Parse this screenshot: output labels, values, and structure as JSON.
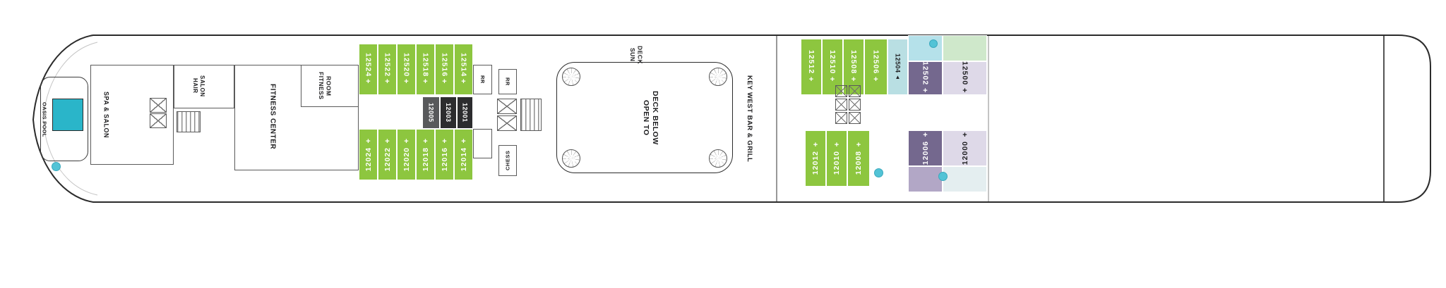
{
  "colors": {
    "cabin_green": "#8dc63f",
    "cabin_gray": "#58595b",
    "cabin_black": "#2c2c2e",
    "cabin_purple": "#74688e",
    "cabin_light_purple": "#ded9e8",
    "cabin_light_teal": "#b9dfe3",
    "balcony_blue": "#b5e1ea",
    "balcony_green": "#cfe8cb",
    "balcony_lavender": "#b2a7c6",
    "balcony_light": "#e4eef0",
    "pool_teal": "#2ab5c9",
    "hot_tub_teal": "#52c3d6",
    "outline_dark": "#2b2b2b"
  },
  "labels": {
    "oasis_pool": "OASIS POOL",
    "spa_salon": "SPA & SALON",
    "hair_salon": "HAIR\nSALON",
    "fitness_center": "FITNESS CENTER",
    "fitness_room": "FITNESS\nROOM",
    "rr_top": "RR",
    "rr_mid": "RR",
    "chess": "CHESS",
    "sun_deck": "SUN\nDECK",
    "open_to_deck_below": "OPEN TO\nDECK BELOW",
    "key_west_bar_grill": "KEY WEST BAR & GRILL"
  },
  "cabins": {
    "mid_top": [
      {
        "number": "12524",
        "badge": "+"
      },
      {
        "number": "12522",
        "badge": "+"
      },
      {
        "number": "12520",
        "badge": "+"
      },
      {
        "number": "12518",
        "badge": "+"
      },
      {
        "number": "12516",
        "badge": "+"
      },
      {
        "number": "12514",
        "badge": "+"
      }
    ],
    "mid_inner": [
      {
        "number": "12005"
      },
      {
        "number": "12003"
      },
      {
        "number": "12001"
      }
    ],
    "mid_bottom": [
      {
        "number": "12024",
        "badge": "+"
      },
      {
        "number": "12022",
        "badge": "+"
      },
      {
        "number": "12020",
        "badge": "+"
      },
      {
        "number": "12018",
        "badge": "+"
      },
      {
        "number": "12016",
        "badge": "+"
      },
      {
        "number": "12014",
        "badge": "+"
      }
    ],
    "aft_top": [
      {
        "number": "12512",
        "badge": "+"
      },
      {
        "number": "12510",
        "badge": "+"
      },
      {
        "number": "12508",
        "badge": "+"
      },
      {
        "number": "12506",
        "badge": "+"
      },
      {
        "number": "12504",
        "badge": "▲"
      },
      {
        "number": "12502",
        "badge": "+"
      },
      {
        "number": "12500",
        "badge": "+"
      }
    ],
    "aft_bottom": [
      {
        "number": "12012",
        "badge": "+"
      },
      {
        "number": "12010",
        "badge": "+"
      },
      {
        "number": "12008",
        "badge": "+"
      },
      {
        "number": "12006",
        "badge": "+"
      },
      {
        "number": "12000",
        "badge": "+"
      }
    ]
  }
}
